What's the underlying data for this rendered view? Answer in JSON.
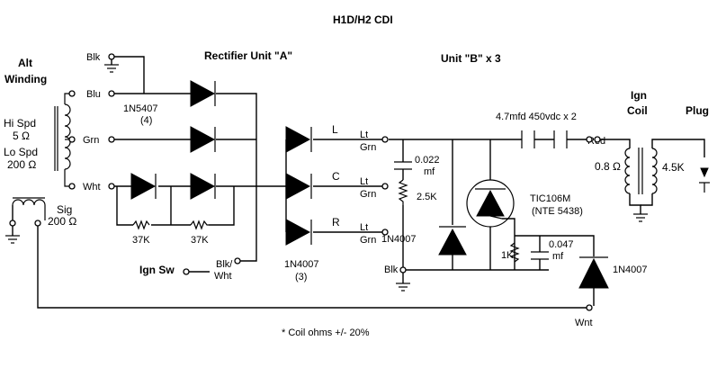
{
  "title": "H1D/H2 CDI",
  "headings": {
    "alt_winding_line1": "Alt",
    "alt_winding_line2": "Winding",
    "rectifier": "Rectifier Unit \"A\"",
    "unit_b": "Unit  \"B\"  x 3",
    "ign_coil_line1": "Ign",
    "ign_coil_line2": "Coil",
    "plug": "Plug",
    "ign_sw": "Ign Sw"
  },
  "windings": {
    "hi_spd_line1": "Hi Spd",
    "hi_spd_line2": "5 Ω",
    "lo_spd_line1": "Lo Spd",
    "lo_spd_line2": "200 Ω",
    "sig_line1": "Sig",
    "sig_line2": "200 Ω"
  },
  "terminals": {
    "blk": "Blk",
    "blu": "Blu",
    "grn": "Grn",
    "wht": "Wht",
    "blk_wht_line1": "Blk/",
    "blk_wht_line2": "Wht",
    "lt_grn_l_line1": "Lt",
    "lt_grn_l_line2": "Grn",
    "lt_grn_c_line1": "Lt",
    "lt_grn_c_line2": "Grn",
    "lt_grn_r_line1": "Lt",
    "lt_grn_r_line2": "Grn",
    "red": "Red",
    "blk_b": "Blk",
    "wnt": "Wnt"
  },
  "components": {
    "diode_1n5407_line1": "1N5407",
    "diode_1n5407_line2": "(4)",
    "res_37k_1": "37K",
    "res_37k_2": "37K",
    "diode_1n4007_line1": "1N4007",
    "diode_1n4007_line2": "(3)",
    "out_l": "L",
    "out_c": "C",
    "out_r": "R",
    "cap_main": "4.7mfd 450vdc x 2",
    "cap_022_line1": "0.022",
    "cap_022_line2": "mf",
    "res_25k": "2.5K",
    "diode_b1": "1N4007",
    "scr_line1": "TIC106M",
    "scr_line2": "(NTE 5438)",
    "res_1k": "1K",
    "cap_047_line1": "0.047",
    "cap_047_line2": "mf",
    "diode_b2": "1N4007",
    "coil_primary": "0.8 Ω",
    "coil_secondary": "4.5K"
  },
  "footnote": "* Coil ohms +/- 20%"
}
